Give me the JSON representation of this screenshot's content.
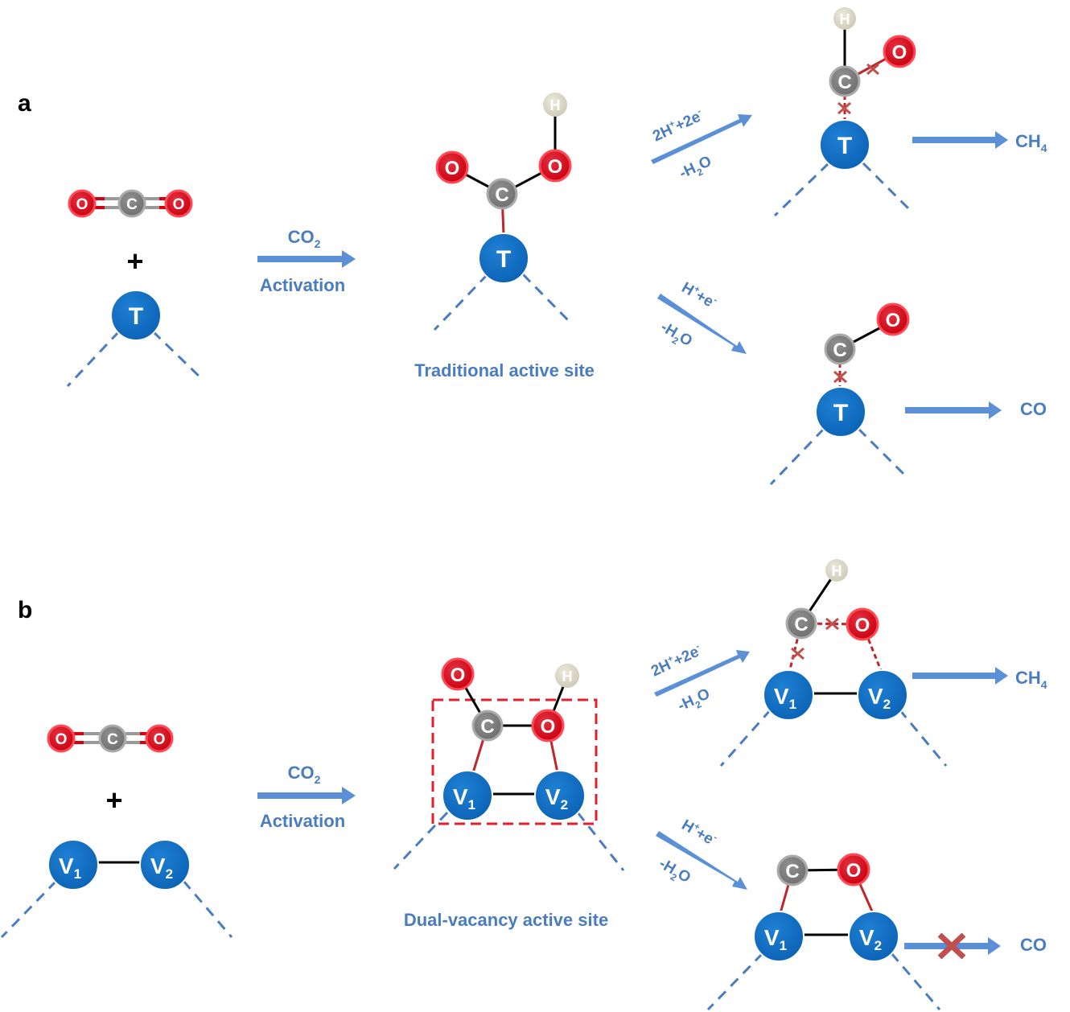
{
  "panels": {
    "a": {
      "label": "a",
      "reagent": {
        "o_left": "O",
        "c": "C",
        "o_right": "O",
        "plus": "+",
        "site": "T"
      },
      "activation": {
        "top": "CO",
        "top_sub": "2",
        "bottom": "Activation"
      },
      "intermediate": {
        "o1": "O",
        "c": "C",
        "o2": "O",
        "h": "H",
        "site": "T",
        "caption": "Traditional active site"
      },
      "upper_step": {
        "l1_main": "2H",
        "l1_sup1": "+",
        "l1_mid": "+2e",
        "l1_sup2": "-",
        "l2_pre": "-H",
        "l2_sub": "2",
        "l2_post": "O"
      },
      "lower_step": {
        "l1_main": "H",
        "l1_sup1": "+",
        "l1_mid": "+e",
        "l1_sup2": "-",
        "l2_pre": "-H",
        "l2_sub": "2",
        "l2_post": "O"
      },
      "upper_product": {
        "h": "H",
        "c": "C",
        "o": "O",
        "site": "T",
        "product": "CH",
        "product_sub": "4"
      },
      "lower_product": {
        "c": "C",
        "o": "O",
        "site": "T",
        "product": "CO"
      }
    },
    "b": {
      "label": "b",
      "reagent": {
        "o_left": "O",
        "c": "C",
        "o_right": "O",
        "plus": "+",
        "v1": "V",
        "v1_sub": "1",
        "v2": "V",
        "v2_sub": "2"
      },
      "activation": {
        "top": "CO",
        "top_sub": "2",
        "bottom": "Activation"
      },
      "intermediate": {
        "o1": "O",
        "h": "H",
        "c": "C",
        "o2": "O",
        "v1": "V",
        "v1_sub": "1",
        "v2": "V",
        "v2_sub": "2",
        "caption": "Dual-vacancy active site"
      },
      "upper_step": {
        "l1_main": "2H",
        "l1_sup1": "+",
        "l1_mid": "+2e",
        "l1_sup2": "-",
        "l2_pre": "-H",
        "l2_sub": "2",
        "l2_post": "O"
      },
      "lower_step": {
        "l1_main": "H",
        "l1_sup1": "+",
        "l1_mid": "+e",
        "l1_sup2": "-",
        "l2_pre": "-H",
        "l2_sub": "2",
        "l2_post": "O"
      },
      "upper_product": {
        "h": "H",
        "c": "C",
        "o": "O",
        "v1": "V",
        "v1_sub": "1",
        "v2": "V",
        "v2_sub": "2",
        "product": "CH",
        "product_sub": "4"
      },
      "lower_product": {
        "c": "C",
        "o": "O",
        "v1": "V",
        "v1_sub": "1",
        "v2": "V",
        "v2_sub": "2",
        "product": "CO"
      }
    }
  },
  "colors": {
    "site_blue": "#1472c4",
    "oxygen_red": "#d40010",
    "carbon_gray": "#7d7d7d",
    "hydrogen_beige": "#dcd8c8",
    "arrow_blue": "#5b8fd6",
    "text_blue": "#4a7cc0",
    "bond_red": "#c0262a",
    "cross_red": "#c0504d"
  }
}
